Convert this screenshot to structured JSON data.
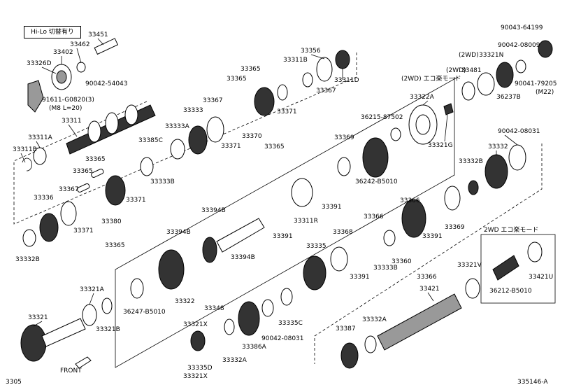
{
  "header_box": "Hi-Lo 切替有り",
  "footer_left": "3305",
  "footer_right": "335146-A",
  "front_label": "FRONT",
  "group_labels": {
    "eco_top": "(2WD) エコ楽モード",
    "eco_bottom": "2WD エコ楽モード",
    "twowd_a": "(2WD)",
    "twowd_b": "(2WD)"
  },
  "callouts": {
    "c33451": "33451",
    "c33462": "33462",
    "c33402": "33402",
    "c33326D": "33326D",
    "c90042_54043": "90042-54043",
    "c91611": "91611-G0820(3)",
    "c91611b": "(M8 L=20)",
    "c33311": "33311",
    "c33311A": "33311A",
    "c33311B": "33311B",
    "c33356": "33356",
    "c33365a": "33365",
    "c33365b": "33365",
    "c33311B_2": "33311B",
    "c33367a": "33367",
    "c33311D": "33311D",
    "c33367b": "33367",
    "c33333": "33333",
    "c33371a": "33371",
    "c33333A": "33333A",
    "c33371b": "33371",
    "c33370": "33370",
    "c33365c": "33365",
    "c33385C": "33385C",
    "c33333B": "33333B",
    "c33365d": "33365",
    "c33365e": "33365",
    "c33367c": "33367",
    "c33336": "33336",
    "c33371c": "33371",
    "c33380": "33380",
    "c33371d": "33371",
    "c33365f": "33365",
    "c33332B": "33332B",
    "c90043_64199": "90043-64199",
    "c90042_08009": "90042-08009",
    "c33321N": "33321N",
    "c33481": "33481",
    "c36237B": "36237B",
    "c90041_79205": "90041-79205",
    "cM22": "(M22)",
    "c33322A": "33322A",
    "c36215": "36215-87502",
    "c33321G": "33321G",
    "c33369a": "33369",
    "c36242": "36242-B5010",
    "c90042_08031a": "90042-08031",
    "c33332": "33332",
    "c33332B_2": "33332B",
    "c33391a": "33391",
    "c33394B_a": "33394B",
    "c33366a": "33366",
    "c33311R": "33311R",
    "c33391b": "33391",
    "c33369b": "33369",
    "c33394B_b": "33394B",
    "c33368": "33368",
    "c33366b": "33366",
    "c33391c": "33391",
    "c33394B_c": "33394B",
    "c33335": "33335",
    "c33360": "33360",
    "c33333B_2": "33333B",
    "c33391d": "33391",
    "c33366c": "33366",
    "c33321V": "33321V",
    "c33421U": "33421U",
    "c36212": "36212-B5010",
    "c33322": "33322",
    "c36247": "36247-B5010",
    "c33321A": "33321A",
    "c33321B": "33321B",
    "c33321": "33321",
    "c33348": "33348",
    "c33321X": "33321X",
    "c33335D": "33335D",
    "c33332A_a": "33332A",
    "c33386A": "33386A",
    "c90042_08031b": "90042-08031",
    "c33335C": "33335C",
    "c33421": "33421",
    "c33332A_b": "33332A",
    "c33387": "33387"
  }
}
